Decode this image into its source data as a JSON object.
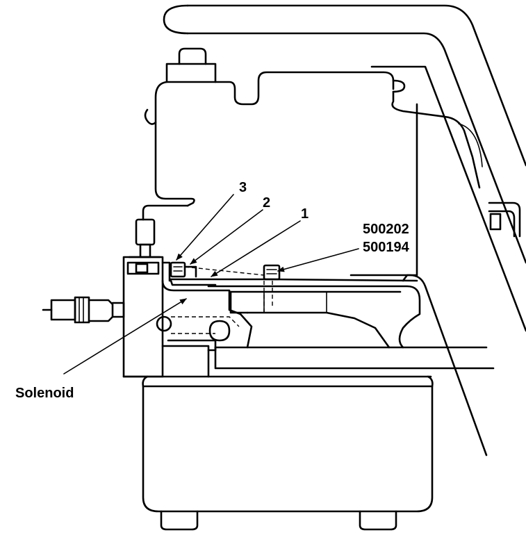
{
  "callouts": {
    "item_1": "1",
    "item_2": "2",
    "item_3": "3",
    "part_number_a": "500202",
    "part_number_b": "500194",
    "solenoid": "Solenoid"
  },
  "colors": {
    "ink": "#000000",
    "paper": "#ffffff"
  }
}
